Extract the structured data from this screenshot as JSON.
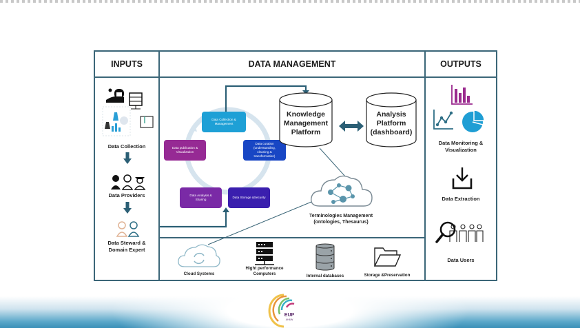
{
  "columns": {
    "inputs": {
      "title": "INPUTS",
      "items": [
        {
          "label": "Data Collection",
          "icon": "data-collection-icon"
        },
        {
          "label": "Data Providers",
          "icon": "data-providers-icon"
        },
        {
          "label_line1": "Data Steward &",
          "label_line2": "Domain Expert",
          "icon": "data-steward-icon"
        }
      ]
    },
    "management": {
      "title": "DATA MANAGEMENT",
      "cycle": [
        {
          "label_line1": "Data Collection &",
          "label_line2": "Management",
          "color": "#1ea0d6"
        },
        {
          "label_line1": "Data curation",
          "label_line2": "(understanding,",
          "label_line3": "cleaning &",
          "label_line4": "transformation)",
          "color": "#1846c4"
        },
        {
          "label": "Data Storage &Security",
          "color": "#3a1fae"
        },
        {
          "label_line1": "Data Analysis &",
          "label_line2": "Sharing",
          "color": "#7a2aa6"
        },
        {
          "label_line1": "Data publication &",
          "label_line2": "Visualization",
          "color": "#962a94"
        }
      ],
      "knowledge_platform": {
        "line1": "Knowledge",
        "line2": "Management",
        "line3": "Platform"
      },
      "analysis_platform": {
        "line1": "Analysis",
        "line2": "Platform",
        "line3": "(dashboard)"
      },
      "terminologies": {
        "line1": "Terminologies Management",
        "line2": "(ontologies, Thesaurus)"
      },
      "infrastructure": [
        {
          "label": "Cloud Systems",
          "icon": "cloud-sync-icon"
        },
        {
          "label_line1": "Hight performance",
          "label_line2": "Computers",
          "icon": "server-icon"
        },
        {
          "label": "Internal databases",
          "icon": "database-icon"
        },
        {
          "label": "Storage &Preservation",
          "icon": "folder-icon"
        }
      ]
    },
    "outputs": {
      "title": "OUTPUTS",
      "items": [
        {
          "label_line1": "Data Monitoring &",
          "label_line2": "Visualization",
          "icon": "charts-icon"
        },
        {
          "label": "Data Extraction",
          "icon": "download-icon"
        },
        {
          "label": "Data Users",
          "icon": "users-search-icon"
        }
      ]
    }
  },
  "logo": {
    "text_line1": "EUP",
    "text_line2": "AH&W"
  },
  "colors": {
    "border": "#3b6678",
    "arrow": "#2b5f75",
    "ring": "#d6e4ee"
  }
}
